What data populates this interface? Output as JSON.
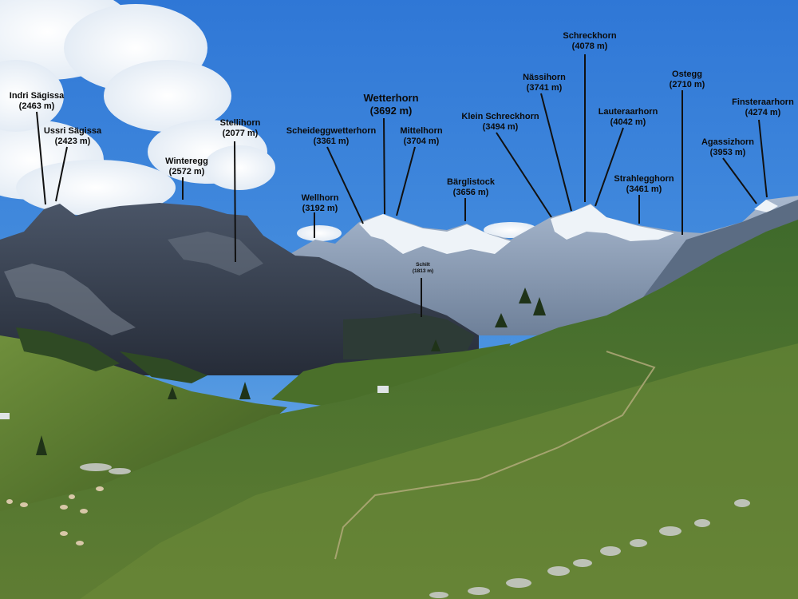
{
  "peaks": [
    {
      "id": "indri-saegissa",
      "name": "Indri Sägissa",
      "elevation": "(2463 m)"
    },
    {
      "id": "ussri-saegissa",
      "name": "Ussri Sägissa",
      "elevation": "(2423 m)"
    },
    {
      "id": "winteregg",
      "name": "Winteregg",
      "elevation": "(2572 m)"
    },
    {
      "id": "stellihorn",
      "name": "Stellihorn",
      "elevation": "(2077 m)"
    },
    {
      "id": "wellhorn",
      "name": "Wellhorn",
      "elevation": "(3192 m)"
    },
    {
      "id": "scheideggwetterhorn",
      "name": "Scheideggwetterhorn",
      "elevation": "(3361 m)"
    },
    {
      "id": "wetterhorn",
      "name": "Wetterhorn",
      "elevation": "(3692 m)"
    },
    {
      "id": "mittelhorn",
      "name": "Mittelhorn",
      "elevation": "(3704 m)"
    },
    {
      "id": "schilt",
      "name": "Schilt",
      "elevation": "(1813 m)"
    },
    {
      "id": "baerglistock",
      "name": "Bärglistock",
      "elevation": "(3656 m)"
    },
    {
      "id": "klein-schreckhorn",
      "name": "Klein Schreckhorn",
      "elevation": "(3494 m)"
    },
    {
      "id": "naessihorn",
      "name": "Nässihorn",
      "elevation": "(3741 m)"
    },
    {
      "id": "schreckhorn",
      "name": "Schreckhorn",
      "elevation": "(4078 m)"
    },
    {
      "id": "lauteraarhorn",
      "name": "Lauteraarhorn",
      "elevation": "(4042 m)"
    },
    {
      "id": "strahlegghorn",
      "name": "Strahlegghorn",
      "elevation": "(3461 m)"
    },
    {
      "id": "ostegg",
      "name": "Ostegg",
      "elevation": "(2710 m)"
    },
    {
      "id": "agassizhorn",
      "name": "Agassizhorn",
      "elevation": "(3953 m)"
    },
    {
      "id": "finsteraarhorn",
      "name": "Finsteraarhorn",
      "elevation": "(4274 m)"
    }
  ]
}
